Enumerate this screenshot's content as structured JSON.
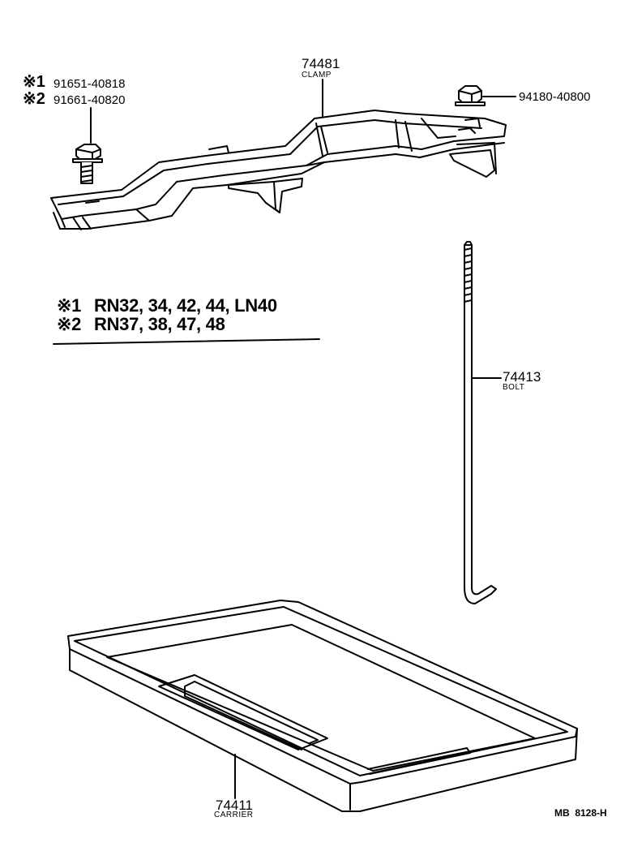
{
  "parts": {
    "clamp": {
      "number": "74481",
      "name": "CLAMP"
    },
    "bolt_clamp_1": {
      "mark": "※1",
      "number": "91651-40818"
    },
    "bolt_clamp_2": {
      "mark": "※2",
      "number": "91661-40820"
    },
    "nut": {
      "number": "94180-40800"
    },
    "bolt": {
      "number": "74413",
      "name": "BOLT"
    },
    "carrier": {
      "number": "74411",
      "name": "CARRIER"
    }
  },
  "notes": [
    {
      "mark": "※1",
      "text": "RN32, 34, 42, 44, LN40"
    },
    {
      "mark": "※2",
      "text": "RN37, 38, 47, 48"
    }
  ],
  "diagram_code": "MB  8128-H"
}
